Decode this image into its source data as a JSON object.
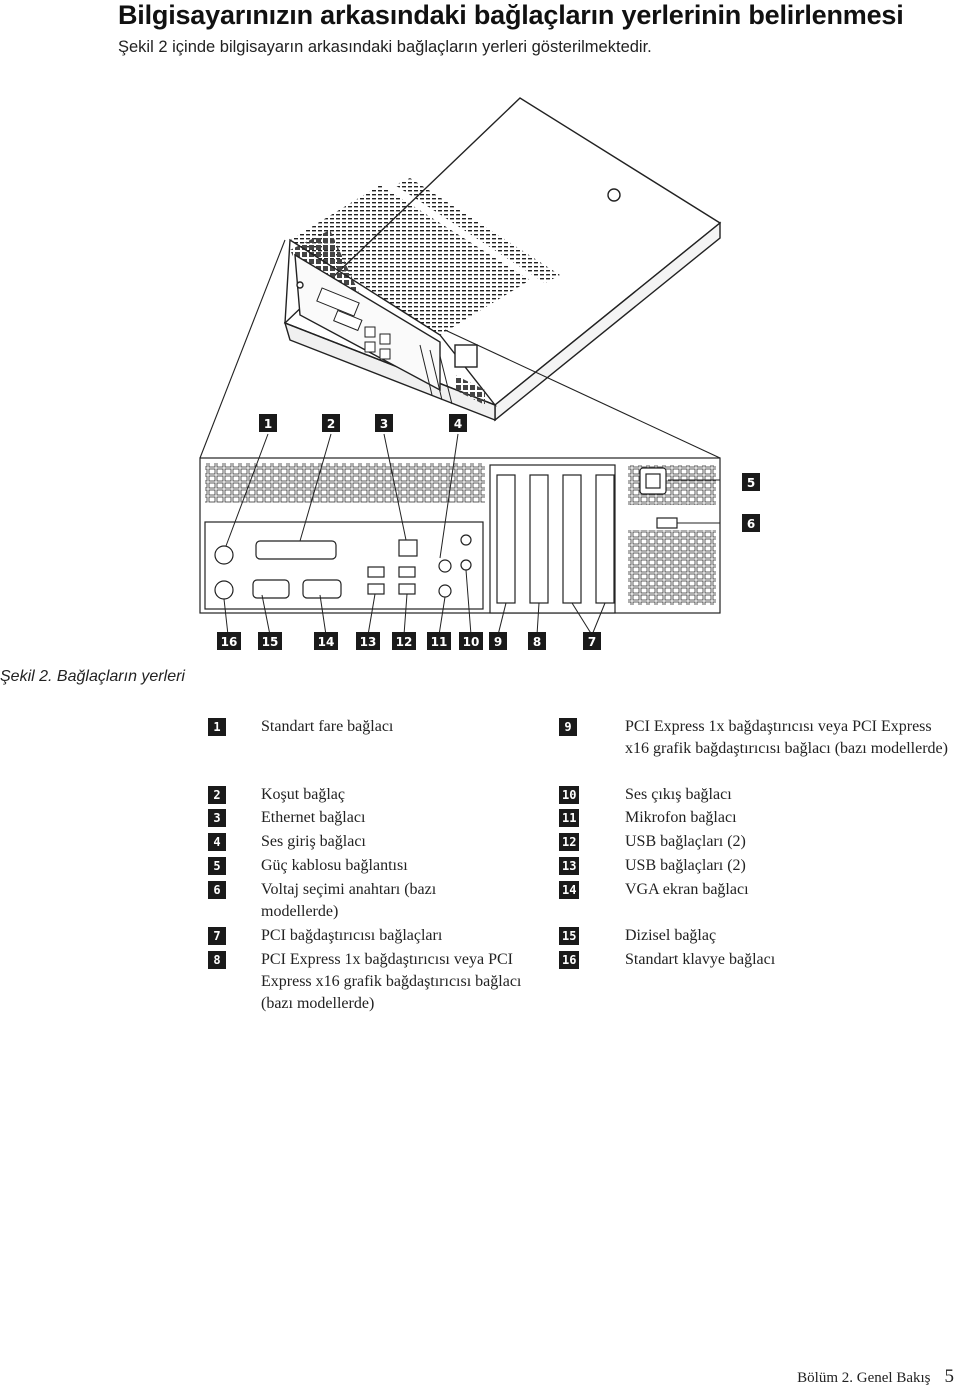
{
  "page": {
    "title": "Bilgisayarınızın arkasındaki bağlaçların yerlerinin belirlenmesi",
    "subtitle": "Şekil 2 içinde bilgisayarın arkasındaki bağlaçların yerleri gösterilmektedir."
  },
  "figure": {
    "caption": "Şekil 2. Bağlaçların yerleri",
    "callouts_top": [
      "1",
      "2",
      "3",
      "4"
    ],
    "callouts_right": [
      "5",
      "6"
    ],
    "callouts_bottom": [
      "16",
      "15",
      "14",
      "13",
      "12",
      "11",
      "10",
      "9",
      "8",
      "7"
    ]
  },
  "legend": {
    "left": [
      {
        "num": "1",
        "text": "Standart fare bağlacı"
      },
      {
        "num": "2",
        "text": "Koşut bağlaç"
      },
      {
        "num": "3",
        "text": "Ethernet bağlacı"
      },
      {
        "num": "4",
        "text": "Ses giriş bağlacı"
      },
      {
        "num": "5",
        "text": "Güç kablosu bağlantısı"
      },
      {
        "num": "6",
        "text": "Voltaj seçimi anahtarı (bazı modellerde)"
      },
      {
        "num": "7",
        "text": "PCI bağdaştırıcısı bağlaçları"
      },
      {
        "num": "8",
        "text": "PCI Express 1x bağdaştırıcısı veya PCI Express x16 grafik bağdaştırıcısı bağlacı (bazı modellerde)"
      }
    ],
    "right": [
      {
        "num": "9",
        "text": "PCI Express 1x bağdaştırıcısı veya PCI Express x16 grafik bağdaştırıcısı bağlacı (bazı modellerde)"
      },
      {
        "num": "10",
        "text": "Ses çıkış bağlacı"
      },
      {
        "num": "11",
        "text": "Mikrofon bağlacı"
      },
      {
        "num": "12",
        "text": "USB bağlaçları (2)"
      },
      {
        "num": "13",
        "text": "USB bağlaçları (2)"
      },
      {
        "num": "14",
        "text": "VGA ekran bağlacı"
      },
      {
        "num": "15",
        "text": "Dizisel bağlaç"
      },
      {
        "num": "16",
        "text": "Standart klavye bağlacı"
      }
    ]
  },
  "footer": {
    "section": "Bölüm 2. Genel Bakış",
    "page_number": "5"
  }
}
